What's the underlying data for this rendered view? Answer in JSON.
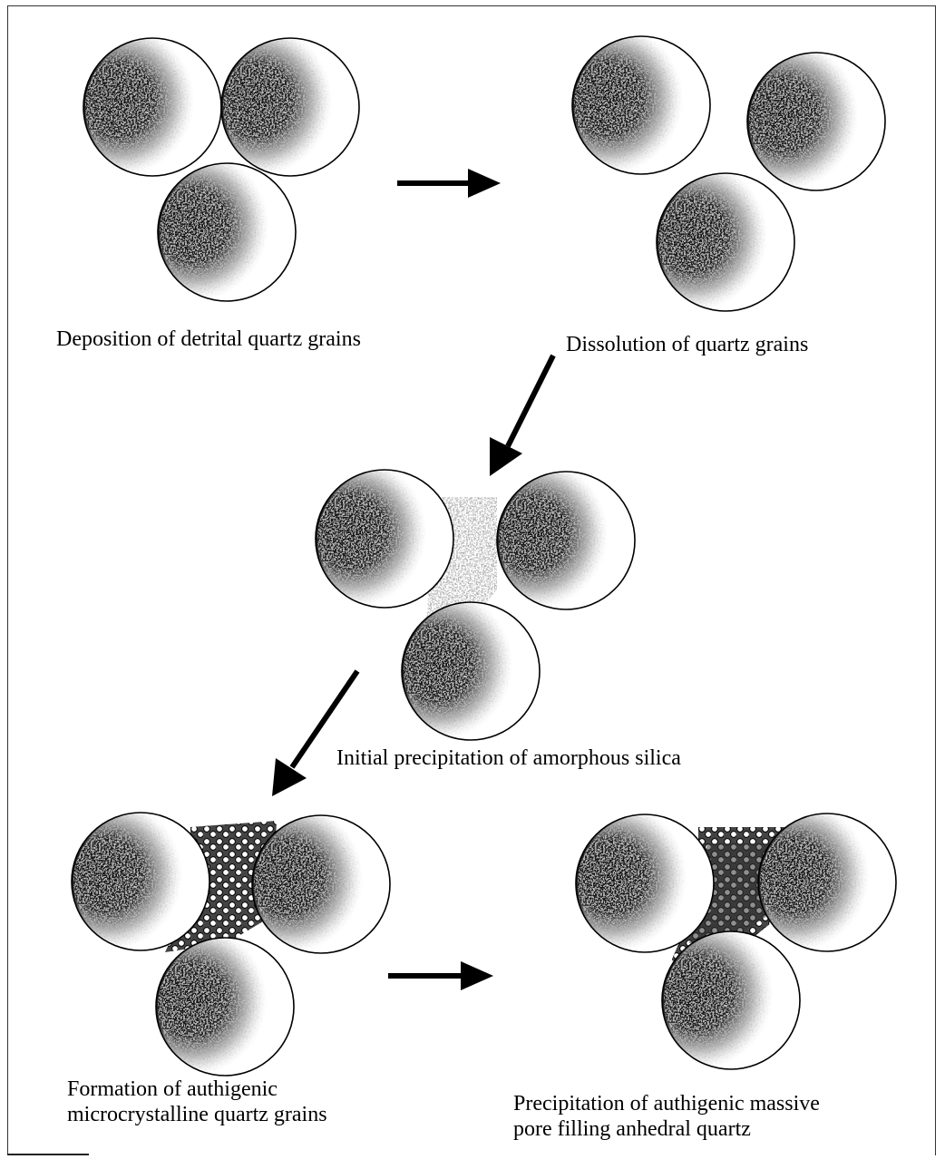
{
  "captions": {
    "step1": "Deposition of detrital quartz grains",
    "step2": "Dissolution of quartz grains",
    "step3": "Initial precipitation of amorphous silica",
    "step4_line1": "Formation of authigenic",
    "step4_line2": "microcrystalline quartz grains",
    "step5_line1": "Precipitation of authigenic massive",
    "step5_line2": "pore filling anhedral quartz"
  },
  "colors": {
    "grain_dark": "#1a1a1a",
    "grain_outline": "#000000",
    "silica": "#7a7a7a",
    "arrow": "#000000"
  }
}
